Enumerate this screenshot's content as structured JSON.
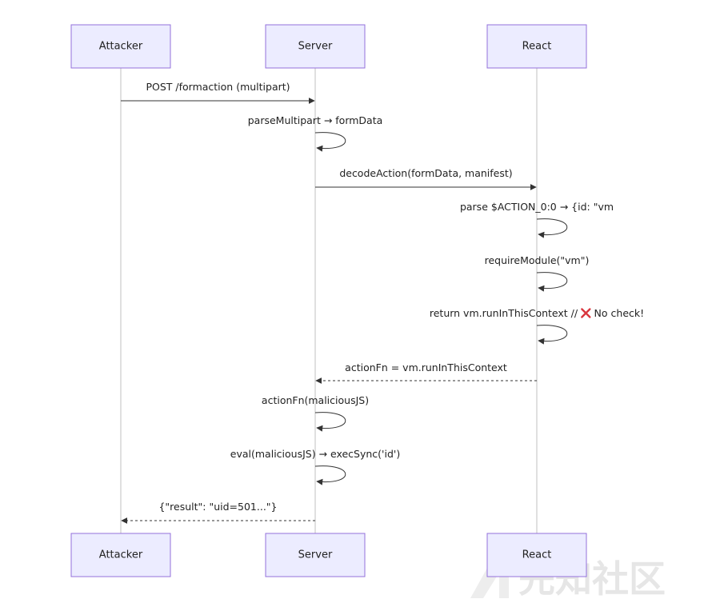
{
  "participants": [
    {
      "id": "attacker",
      "label": "Attacker"
    },
    {
      "id": "server",
      "label": "Server"
    },
    {
      "id": "react",
      "label": "React"
    }
  ],
  "messages": [
    {
      "from": "attacker",
      "to": "server",
      "text": "POST /formaction (multipart)",
      "style": "solid"
    },
    {
      "from": "server",
      "to": "server",
      "text": "parseMultipart → formData",
      "style": "solid"
    },
    {
      "from": "server",
      "to": "react",
      "text": "decodeAction(formData, manifest)",
      "style": "solid"
    },
    {
      "from": "react",
      "to": "react",
      "text": "parse $ACTION_0:0 → {id: \"vm",
      "style": "solid"
    },
    {
      "from": "react",
      "to": "react",
      "text": "requireModule(\"vm\")",
      "style": "solid"
    },
    {
      "from": "react",
      "to": "react",
      "text": "return vm.runInThisContext // ",
      "suffix": " No check!",
      "icon": "cross-icon",
      "style": "solid"
    },
    {
      "from": "react",
      "to": "server",
      "text": "actionFn = vm.runInThisContext",
      "style": "dashed"
    },
    {
      "from": "server",
      "to": "server",
      "text": "actionFn(maliciousJS)",
      "style": "solid"
    },
    {
      "from": "server",
      "to": "server",
      "text": "eval(maliciousJS) → execSync('id')",
      "style": "solid"
    },
    {
      "from": "server",
      "to": "attacker",
      "text": "{\"result\": \"uid=501...\"}",
      "style": "dashed"
    }
  ],
  "watermark": {
    "text": "先知社区"
  },
  "colors": {
    "actor_fill": "#ECECFF",
    "actor_stroke": "#9370DB",
    "line": "#333333",
    "lifeline": "#cfcfcf",
    "cross": "#d9363e"
  }
}
